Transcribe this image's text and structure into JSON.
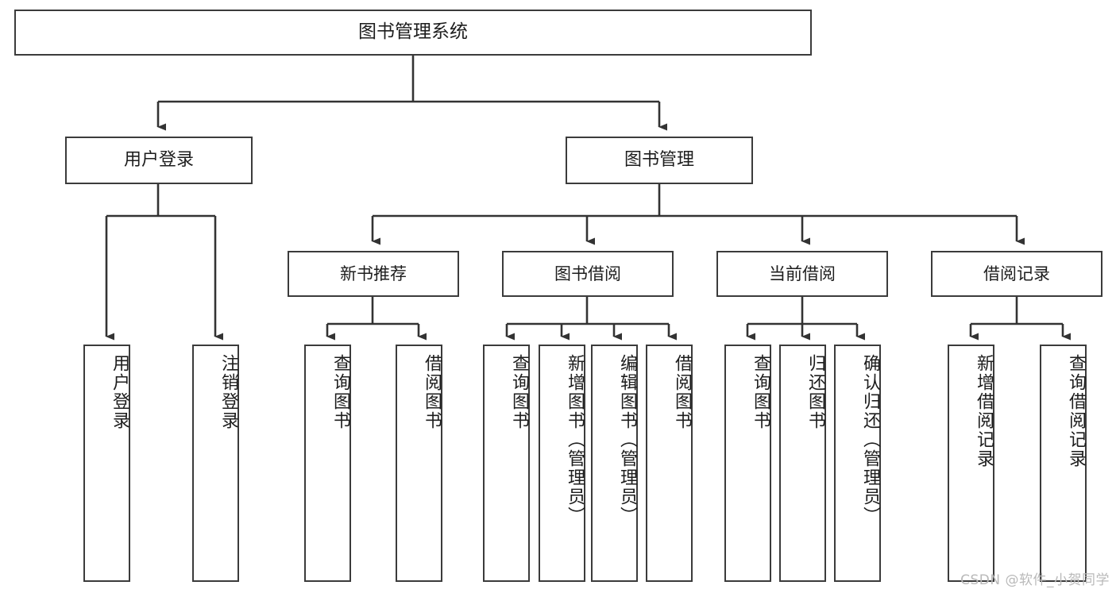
{
  "diagram": {
    "title": "图书管理系统",
    "type": "tree-hierarchy-chart",
    "watermark": "CSDN @软件_小贺同学",
    "colors": {
      "box_border": "#3b3b3b",
      "box_fill": "#ffffff",
      "line": "#333333",
      "text": "#1d1d1d",
      "watermark": "#b9b9b9"
    },
    "root": {
      "label": "图书管理系统"
    },
    "level1": [
      {
        "id": "user-login",
        "label": "用户登录"
      },
      {
        "id": "book-manage",
        "label": "图书管理"
      }
    ],
    "level2": [
      {
        "id": "new-book-rec",
        "label": "新书推荐"
      },
      {
        "id": "book-borrow",
        "label": "图书借阅"
      },
      {
        "id": "current-borrow",
        "label": "当前借阅"
      },
      {
        "id": "borrow-record",
        "label": "借阅记录"
      }
    ],
    "leaves": {
      "user-login": [
        {
          "id": "leaf-user-login",
          "label": "用户登录"
        },
        {
          "id": "leaf-logout",
          "label": "注销登录"
        }
      ],
      "new-book-rec": [
        {
          "id": "leaf-query-book-1",
          "label": "查询图书"
        },
        {
          "id": "leaf-borrow-book-1",
          "label": "借阅图书"
        }
      ],
      "book-borrow": [
        {
          "id": "leaf-query-book-2",
          "label": "查询图书"
        },
        {
          "id": "leaf-add-book",
          "label": "新增图书（管理员）"
        },
        {
          "id": "leaf-edit-book",
          "label": "编辑图书（管理员）"
        },
        {
          "id": "leaf-borrow-book-2",
          "label": "借阅图书"
        }
      ],
      "current-borrow": [
        {
          "id": "leaf-query-book-3",
          "label": "查询图书"
        },
        {
          "id": "leaf-return-book",
          "label": "归还图书"
        },
        {
          "id": "leaf-confirm-return",
          "label": "确认归还（管理员）"
        }
      ],
      "borrow-record": [
        {
          "id": "leaf-add-record",
          "label": "新增借阅记录"
        },
        {
          "id": "leaf-query-record",
          "label": "查询借阅记录"
        }
      ]
    }
  }
}
